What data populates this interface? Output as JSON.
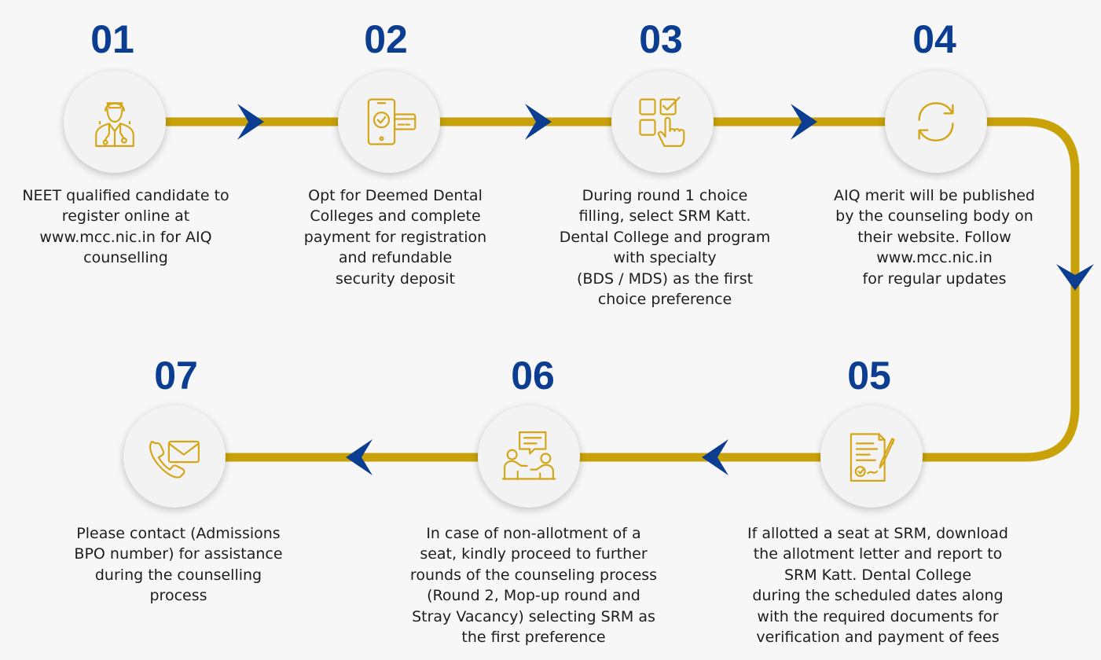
{
  "colors": {
    "number": "#0b3d91",
    "connector": "#c9a20a",
    "arrow": "#0b3d91",
    "icon": "#d4a514"
  },
  "steps": [
    {
      "number": "01",
      "icon": "doctor-icon",
      "text": [
        "NEET qualified candidate to",
        "register online at",
        "www.mcc.nic.in for AIQ",
        "counselling"
      ]
    },
    {
      "number": "02",
      "icon": "mobile-payment-icon",
      "text": [
        "Opt for Deemed Dental",
        "Colleges and complete",
        "payment for registration",
        "and refundable",
        "security deposit"
      ]
    },
    {
      "number": "03",
      "icon": "choice-checklist-icon",
      "text": [
        "During round 1 choice",
        "filling, select SRM Katt.",
        "Dental College and program",
        "with specialty",
        "(BDS / MDS) as the first",
        "choice preference"
      ]
    },
    {
      "number": "04",
      "icon": "refresh-icon",
      "text": [
        "AIQ merit will be published",
        "by the counseling body on",
        "their website. Follow",
        "www.mcc.nic.in",
        "for regular updates"
      ]
    },
    {
      "number": "05",
      "icon": "signed-document-icon",
      "text": [
        "If allotted a seat at SRM, download",
        "the allotment letter and report to",
        "SRM Katt. Dental College",
        "during the scheduled dates along",
        "with the required documents for",
        "verification and payment of fees"
      ]
    },
    {
      "number": "06",
      "icon": "discussion-icon",
      "text": [
        "In case of non-allotment of a",
        "seat, kindly proceed to further",
        "rounds of the counseling process",
        "(Round 2, Mop-up round and",
        "Stray Vacancy) selecting SRM as",
        "the first preference"
      ]
    },
    {
      "number": "07",
      "icon": "phone-mail-icon",
      "text": [
        "Please contact (Admissions",
        "BPO number) for assistance",
        "during the counselling",
        "process"
      ]
    }
  ]
}
